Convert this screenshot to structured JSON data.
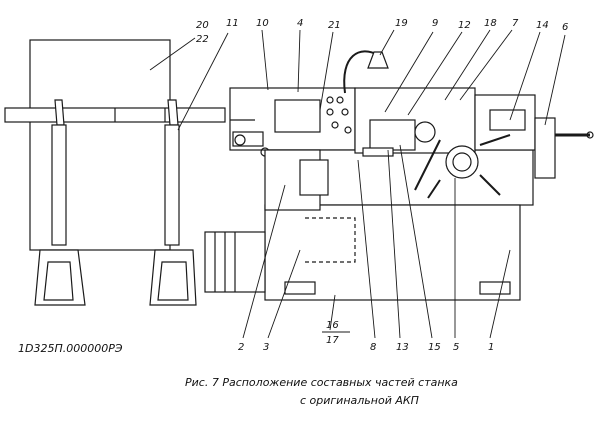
{
  "figure": {
    "doc_code": "1D325П.000000РЭ",
    "caption_line1": "Рис. 7  Расположение составных частей станка",
    "caption_line2": "с оригинальной АКП"
  },
  "callouts": {
    "n20": "20",
    "n22": "22",
    "n11": "11",
    "n10": "10",
    "n4": "4",
    "n21": "21",
    "n19": "19",
    "n9": "9",
    "n12": "12",
    "n18": "18",
    "n7": "7",
    "n14": "14",
    "n6": "6",
    "n2": "2",
    "n3": "3",
    "n16": "16",
    "n17": "17",
    "n8": "8",
    "n13": "13",
    "n15": "15",
    "n5": "5",
    "n1": "1"
  },
  "colors": {
    "ink": "#1a1a1a",
    "paper": "#ffffff"
  }
}
